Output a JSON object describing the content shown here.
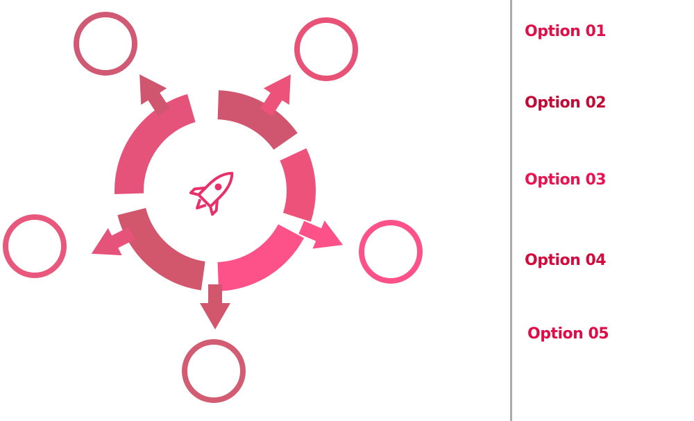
{
  "colors": {
    "ring_segments": [
      "#d05670",
      "#ed527a",
      "#fd5189",
      "#d2566c",
      "#e5527a"
    ],
    "option_circles": [
      "#d05a73",
      "#e85276",
      "#fc5289",
      "#d25c71",
      "#e8577c"
    ],
    "option_labels": [
      "#de1149",
      "#c10a36",
      "#ea1251",
      "#d4093c",
      "#df0c48"
    ],
    "divider": "#ababab",
    "rocket": "#e8306a"
  },
  "center_icon": "rocket-icon",
  "options": [
    {
      "label": "Option 01"
    },
    {
      "label": "Option 02"
    },
    {
      "label": "Option 03"
    },
    {
      "label": "Option 04"
    },
    {
      "label": "Option 05"
    }
  ]
}
